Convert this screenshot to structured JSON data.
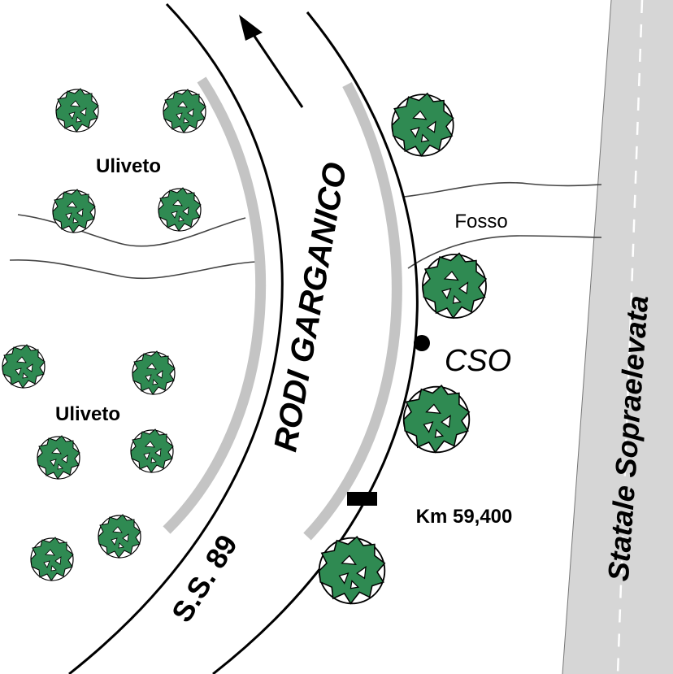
{
  "labels": {
    "olive_grove_top": "Uliveto",
    "olive_grove_bottom": "Uliveto",
    "ditch": "Fosso",
    "town_road": "RODI GARGANICO",
    "state_road_number": "S.S. 89",
    "overflow_point": "CSO",
    "km_marker": "Km 59,400",
    "elevated_road": "Statale Sopraelevata"
  },
  "colors": {
    "tree_fill": "#2f8a52",
    "tree_outline": "#000000",
    "sidewalk_gray": "#c4c4c4",
    "elevated_road_gray": "#d6d6d6",
    "lane_marking": "#ffffff",
    "road_line": "#000000"
  },
  "icons": {
    "direction": "north-west-arrow-icon",
    "overflow_point": "black-dot-icon",
    "km_marker": "black-rectangle-marker-icon",
    "tree": "olive-tree-icon"
  }
}
